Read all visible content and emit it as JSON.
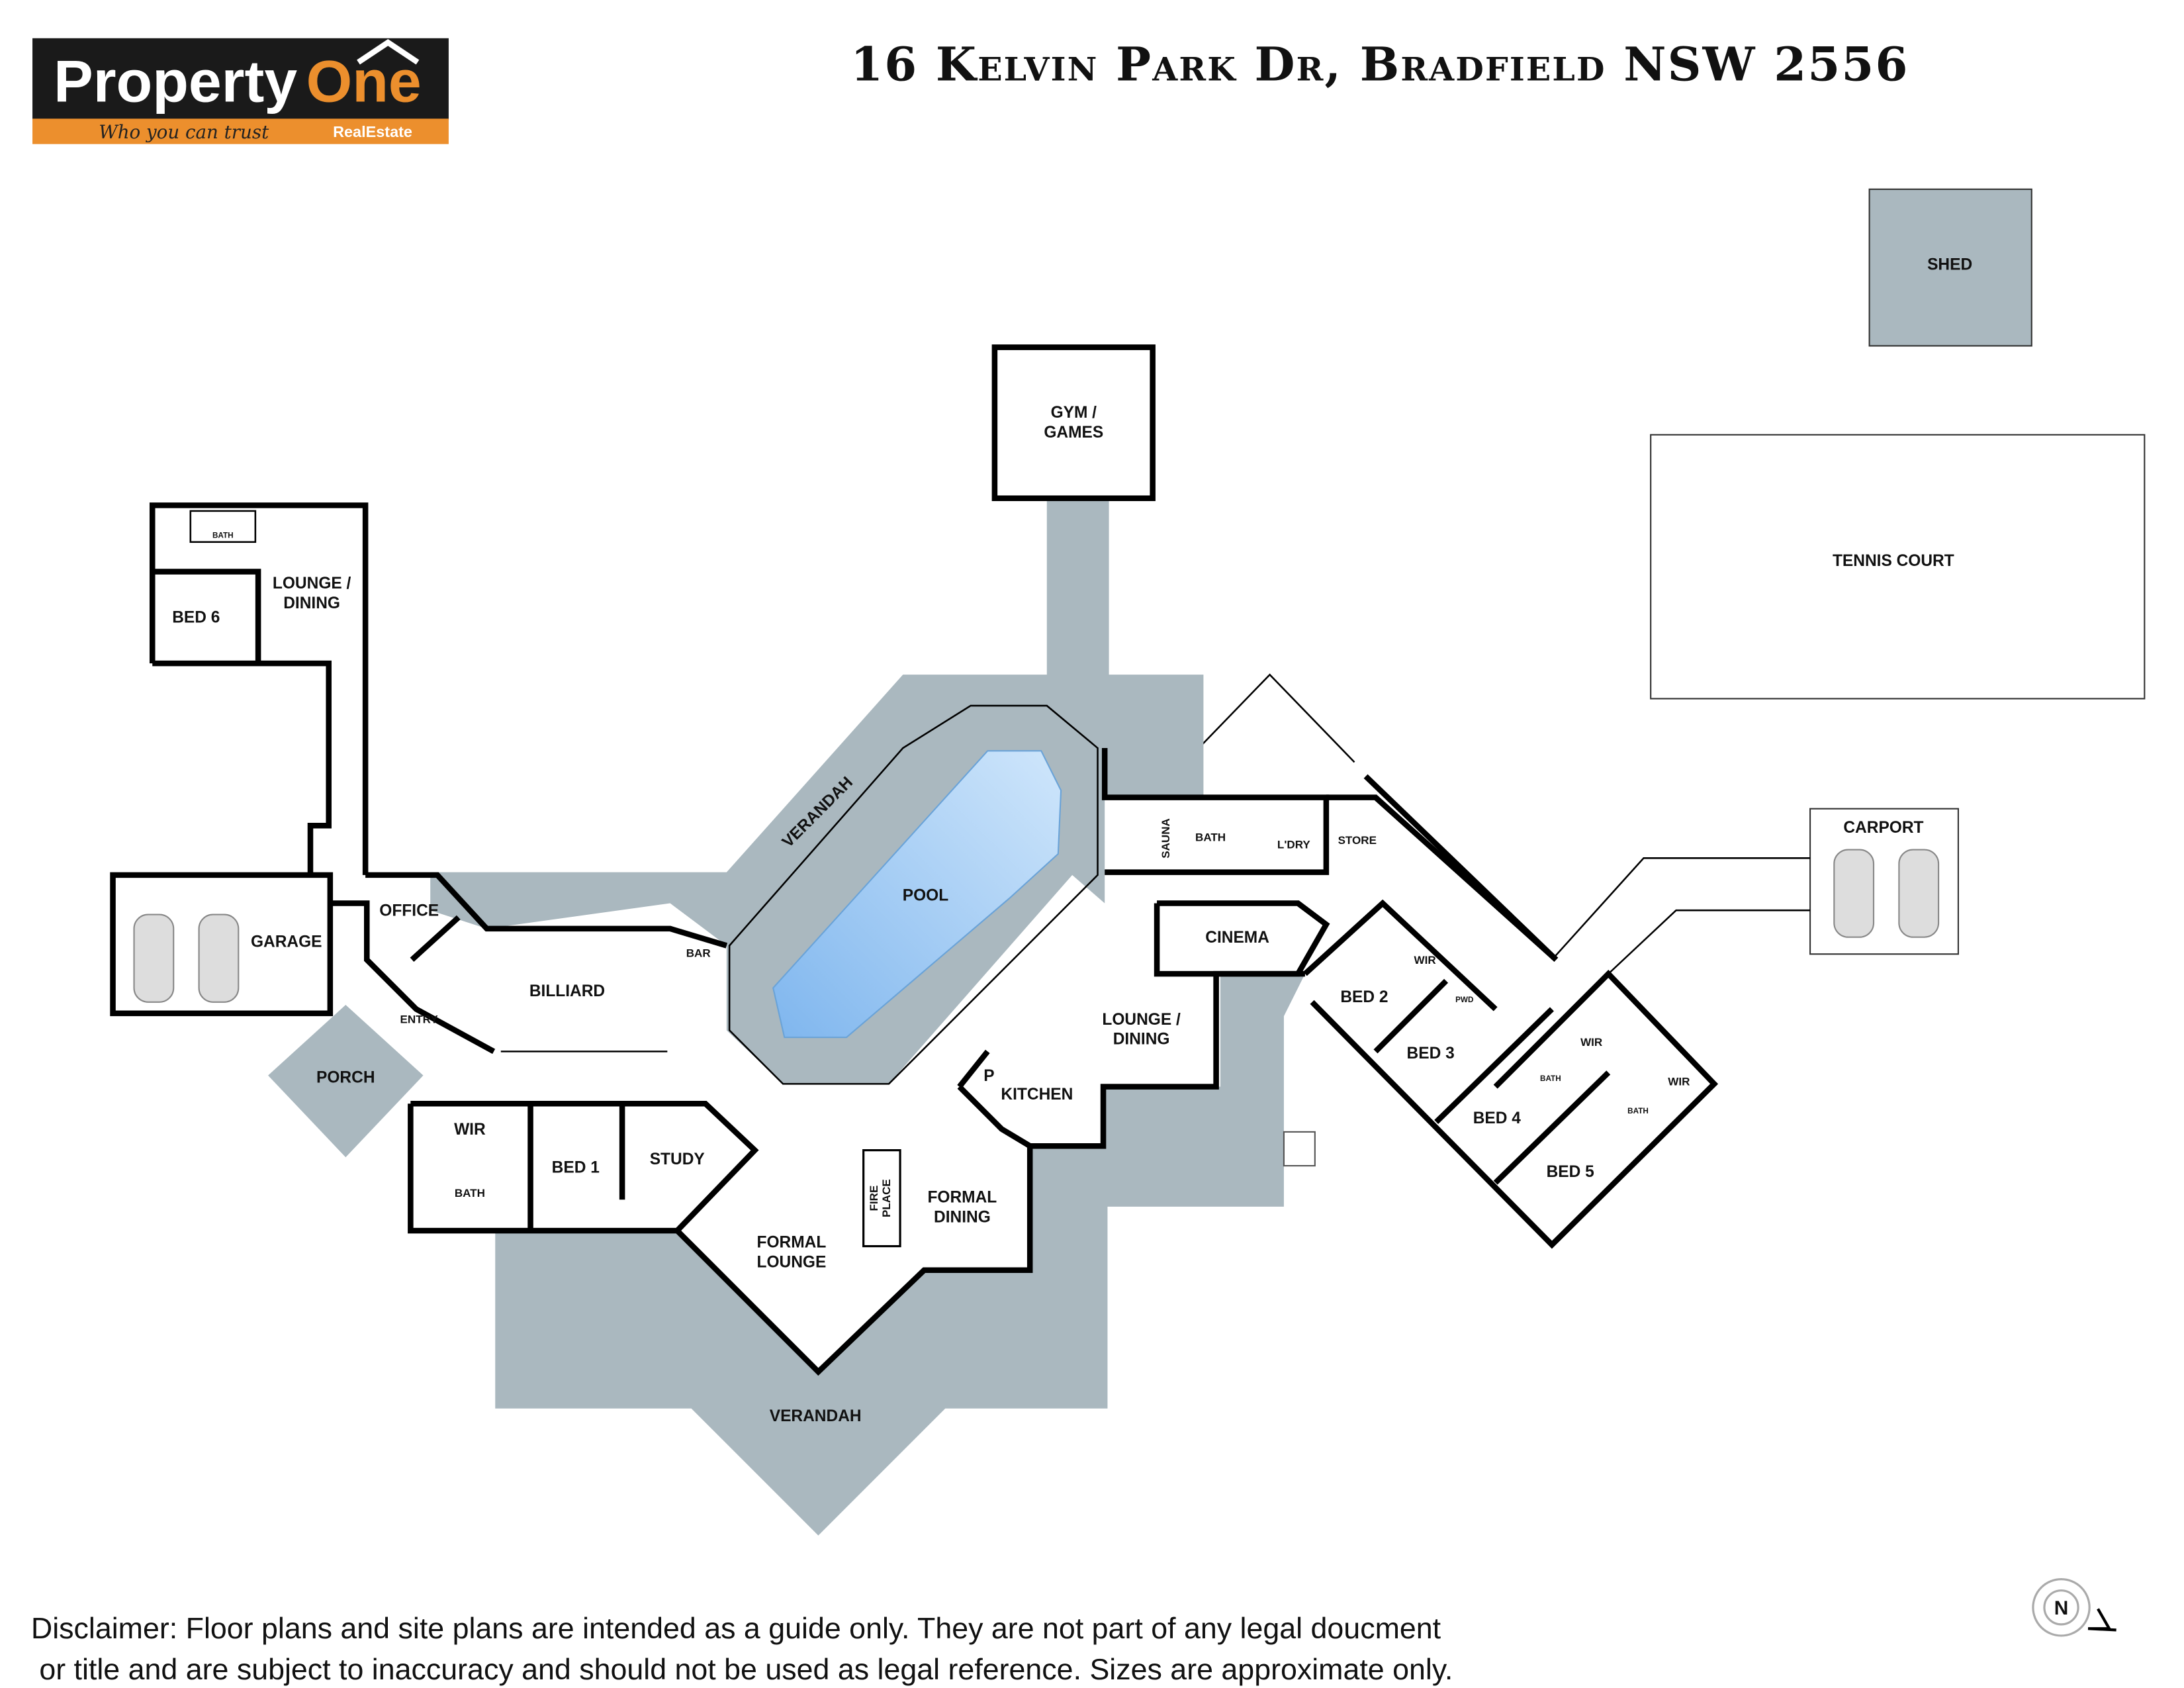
{
  "logo": {
    "brand_white": "Property",
    "brand_orange": "One",
    "tagline": "Who you can trust",
    "sub": "RealEstate"
  },
  "title": "16 Kelvin Park Dr, Bradfield NSW 2556",
  "rooms": {
    "shed": "SHED",
    "tennis": "TENNIS COURT",
    "carport": "CARPORT",
    "gym_1": "GYM /",
    "gym_2": "GAMES",
    "lounge_dining_n_1": "LOUNGE /",
    "lounge_dining_n_2": "DINING",
    "bed6": "BED 6",
    "bath_n": "BATH",
    "verandah_n": "VERANDAH",
    "pool": "POOL",
    "sauna": "SAUNA",
    "bath_e": "BATH",
    "ldry": "L'DRY",
    "store": "STORE",
    "cinema": "CINEMA",
    "garage": "GARAGE",
    "office": "OFFICE",
    "billiard": "BILLIARD",
    "bar": "BAR",
    "entry": "ENTRY",
    "porch": "PORCH",
    "lounge_dining_1": "LOUNGE /",
    "lounge_dining_2": "DINING",
    "kitchen": "KITCHEN",
    "pantry": "P",
    "wir_w": "WIR",
    "bed1": "BED 1",
    "study": "STUDY",
    "bath_w": "BATH",
    "fireplace_1": "FIRE",
    "fireplace_2": "PLACE",
    "formal_dining_1": "FORMAL",
    "formal_dining_2": "DINING",
    "formal_lounge_1": "FORMAL",
    "formal_lounge_2": "LOUNGE",
    "verandah_s": "VERANDAH",
    "bed2": "BED 2",
    "wir_2": "WIR",
    "pwd": "PWD",
    "bed3": "BED 3",
    "bed4": "BED 4",
    "wir_4": "WIR",
    "bath_4": "BATH",
    "bed5": "BED 5",
    "wir_5": "WIR",
    "bath_5": "BATH"
  },
  "compass": "N",
  "disclaimer": {
    "line1": "Disclaimer: Floor plans and site plans are intended as a guide only. They are not part of any legal doucment",
    "line2": " or title and are subject to inaccuracy and should not be used as legal reference. Sizes are approximate only."
  },
  "colors": {
    "orange": "#ec8f2d",
    "logo_bg": "#1a1a1a",
    "verandah": "#aab8bf",
    "pool": "#8fc3f2"
  }
}
